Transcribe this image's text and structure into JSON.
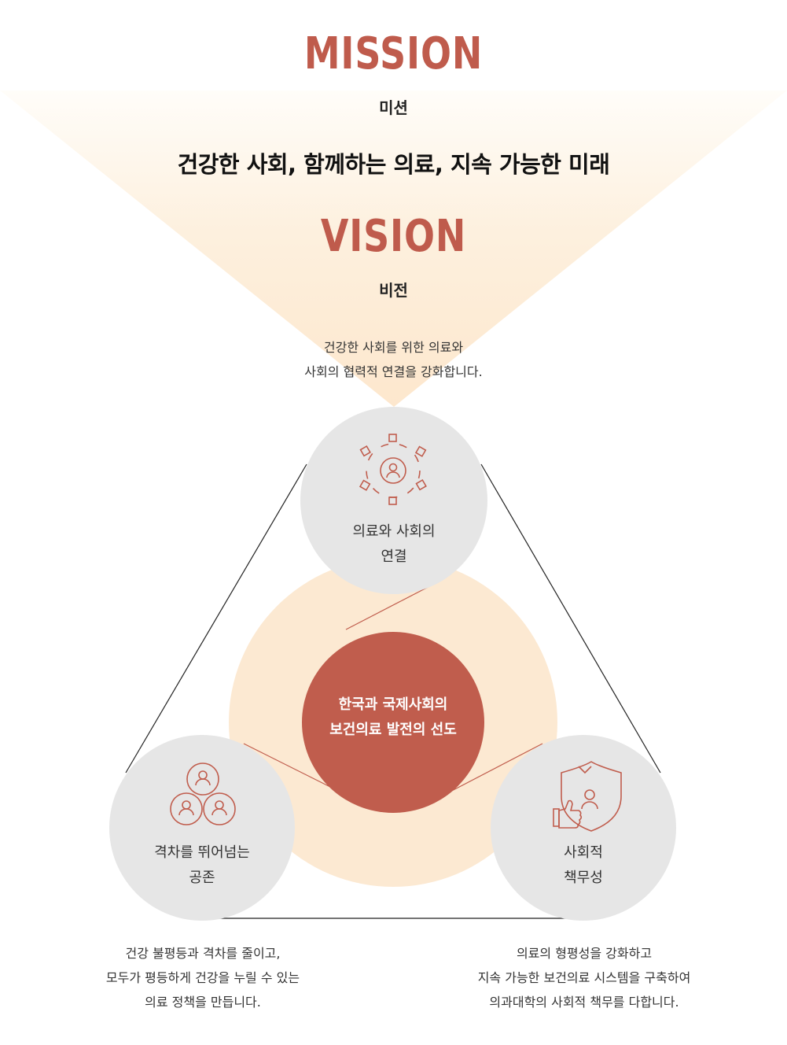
{
  "mission": {
    "title": "MISSION",
    "subtitle": "미션"
  },
  "slogan": "건강한 사회, 함께하는 의료, 지속 가능한 미래",
  "vision": {
    "title": "VISION",
    "subtitle": "비전",
    "description": [
      "건강한 사회를 위한 의료와",
      "사회의 협력적 연결을 강화합니다."
    ]
  },
  "core": {
    "lines": [
      "한국과 국제사회의",
      "보건의료 발전의 선도"
    ]
  },
  "values": {
    "top": {
      "icon": "network-person-icon",
      "lines": [
        "의료와 사회의",
        "연결"
      ]
    },
    "left": {
      "icon": "group-people-icon",
      "lines": [
        "격차를 뛰어넘는",
        "공존"
      ],
      "description": [
        "건강 불평등과 격차를 줄이고,",
        "모두가 평등하게 건강을  누릴 수 있는",
        "의료 정책을 만듭니다."
      ]
    },
    "right": {
      "icon": "shield-thumbs-up-icon",
      "lines": [
        "사회적",
        "책무성"
      ],
      "description": [
        "의료의 형평성을 강화하고",
        "지속 가능한 보건의료 시스템을 구축하여",
        "의과대학의 사회적 책무를 다합니다."
      ]
    }
  },
  "colors": {
    "accent": "#c05d4d",
    "peach": "#fce9d2",
    "circle_gray": "#e6e6e6",
    "line": "#222222"
  }
}
